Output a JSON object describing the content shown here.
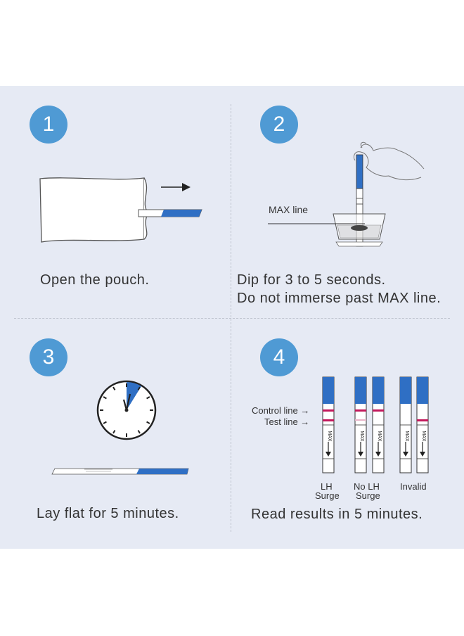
{
  "steps": [
    {
      "number": "1",
      "caption": "Open the pouch."
    },
    {
      "number": "2",
      "caption_line1": "Dip for 3 to 5 seconds.",
      "caption_line2": "Do not immerse past MAX line.",
      "max_label": "MAX line"
    },
    {
      "number": "3",
      "caption": "Lay flat for 5 minutes."
    },
    {
      "number": "4",
      "caption": "Read results in 5 minutes.",
      "control_label": "Control line →",
      "test_label": "Test line →",
      "strip_mark": "MAX",
      "results": [
        {
          "line1": "LH",
          "line2": "Surge"
        },
        {
          "line1": "No LH",
          "line2": "Surge"
        },
        {
          "line1": "Invalid",
          "line2": ""
        }
      ]
    }
  ],
  "colors": {
    "panel": "#e6eaf4",
    "accent_blue": "#4f9ad4",
    "strip_blue": "#2f6fc4",
    "line_magenta": "#c2185b"
  }
}
